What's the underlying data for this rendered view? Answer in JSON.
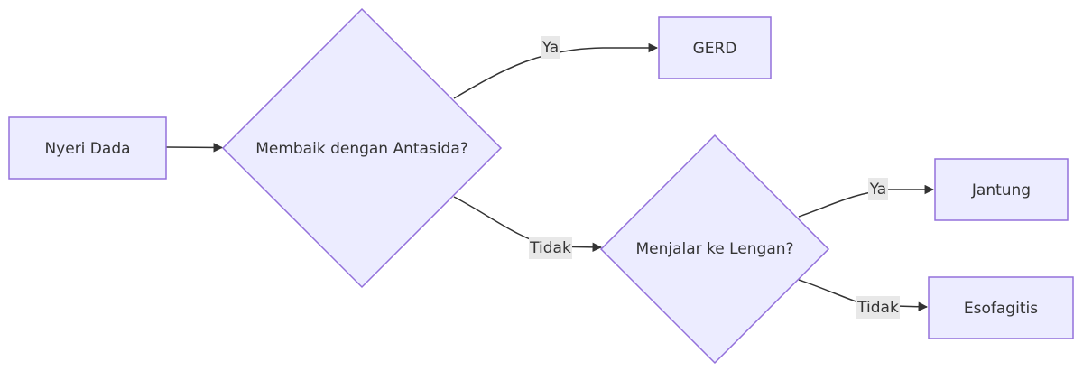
{
  "diagram": {
    "colors": {
      "node_fill": "#ECECFF",
      "node_stroke": "#9370DB",
      "edge": "#333333",
      "text": "#333333",
      "label_bg": "#e8e8e8"
    },
    "nodes": {
      "chest_pain": "Nyeri Dada",
      "antacid_q": "Membaik dengan Antasida?",
      "gerd": "GERD",
      "arm_q": "Menjalar ke Lengan?",
      "heart": "Jantung",
      "esophagitis": "Esofagitis"
    },
    "edges": {
      "antacid_yes": "Ya",
      "antacid_no": "Tidak",
      "arm_yes": "Ya",
      "arm_no": "Tidak"
    }
  }
}
